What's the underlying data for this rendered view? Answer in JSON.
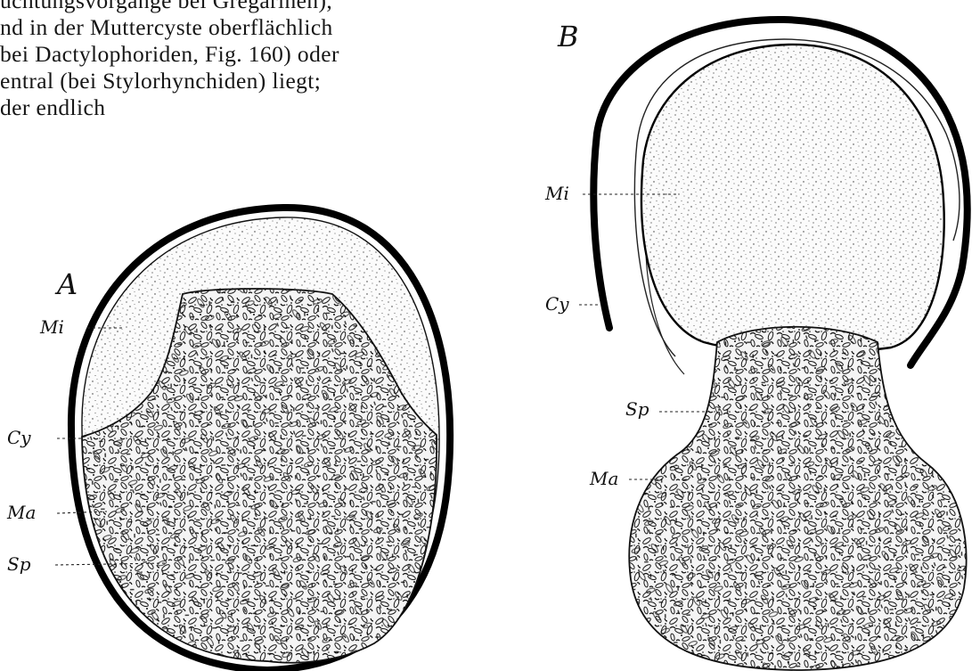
{
  "text": {
    "lines": [
      "uchtungsvorgänge bei Gregarinen),",
      "nd in der Muttercyste oberflächlich",
      "bei Dactylophoriden, Fig. 160) oder",
      "entral (bei Stylorhynchiden) liegt;",
      "der endlich"
    ]
  },
  "figure_a": {
    "letter": "A",
    "labels": {
      "mi": "Mi",
      "cy": "Cy",
      "ma": "Ma",
      "sp": "Sp"
    }
  },
  "figure_b": {
    "letter": "B",
    "labels": {
      "mi": "Mi",
      "cy": "Cy",
      "sp": "Sp",
      "ma": "Ma"
    }
  }
}
